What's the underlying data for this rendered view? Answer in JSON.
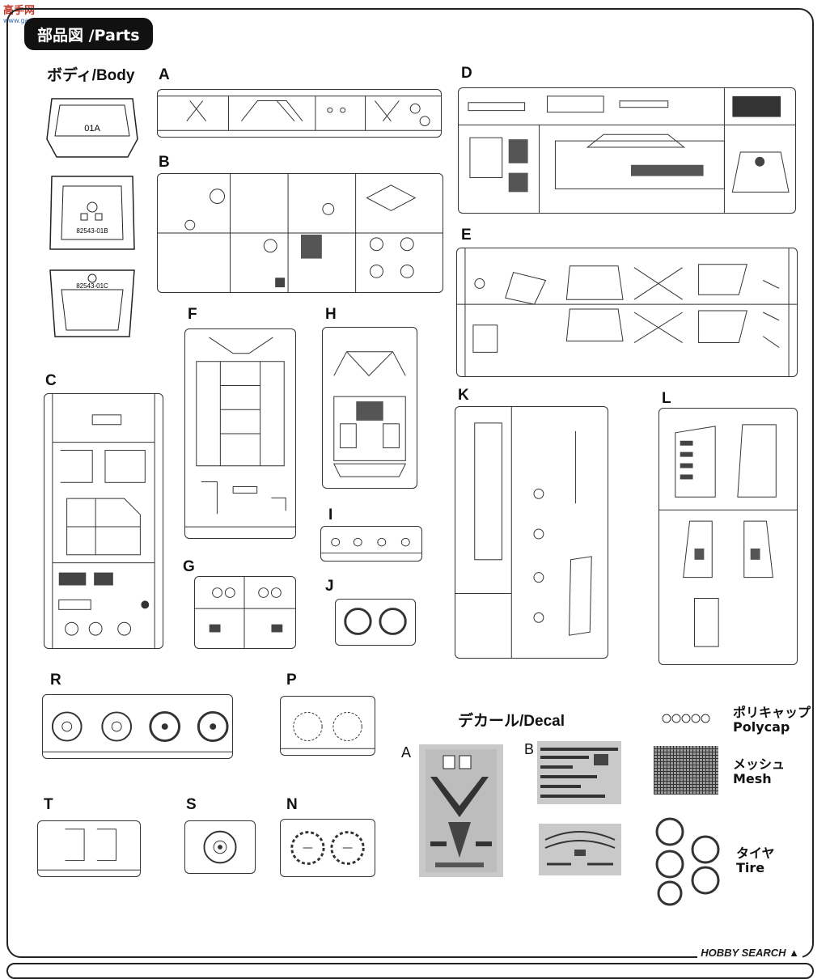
{
  "watermark": {
    "title": "高手网",
    "url": "www.gaoshou.net"
  },
  "header": {
    "title": "部品図 /Parts"
  },
  "body_section": {
    "title": "ボディ/Body",
    "part_texts": [
      "01A",
      "82543-01B",
      "82543-01C"
    ]
  },
  "sprue_labels": [
    "A",
    "B",
    "C",
    "D",
    "E",
    "F",
    "G",
    "H",
    "I",
    "J",
    "K",
    "L",
    "R",
    "P",
    "T",
    "S",
    "N"
  ],
  "decal": {
    "title": "デカール/Decal",
    "sheet_a": "A",
    "sheet_b": "B"
  },
  "extras": {
    "polycap": {
      "jp": "ポリキャップ",
      "en": "Polycap"
    },
    "mesh": {
      "jp": "メッシュ",
      "en": "Mesh"
    },
    "tire": {
      "jp": "タイヤ",
      "en": "Tire"
    }
  },
  "footer": {
    "brand": "HOBBY SEARCH",
    "mark": "▲"
  },
  "colors": {
    "line": "#222222",
    "decal_bg": "#c9c9c9",
    "watermark": "#c0392b"
  }
}
